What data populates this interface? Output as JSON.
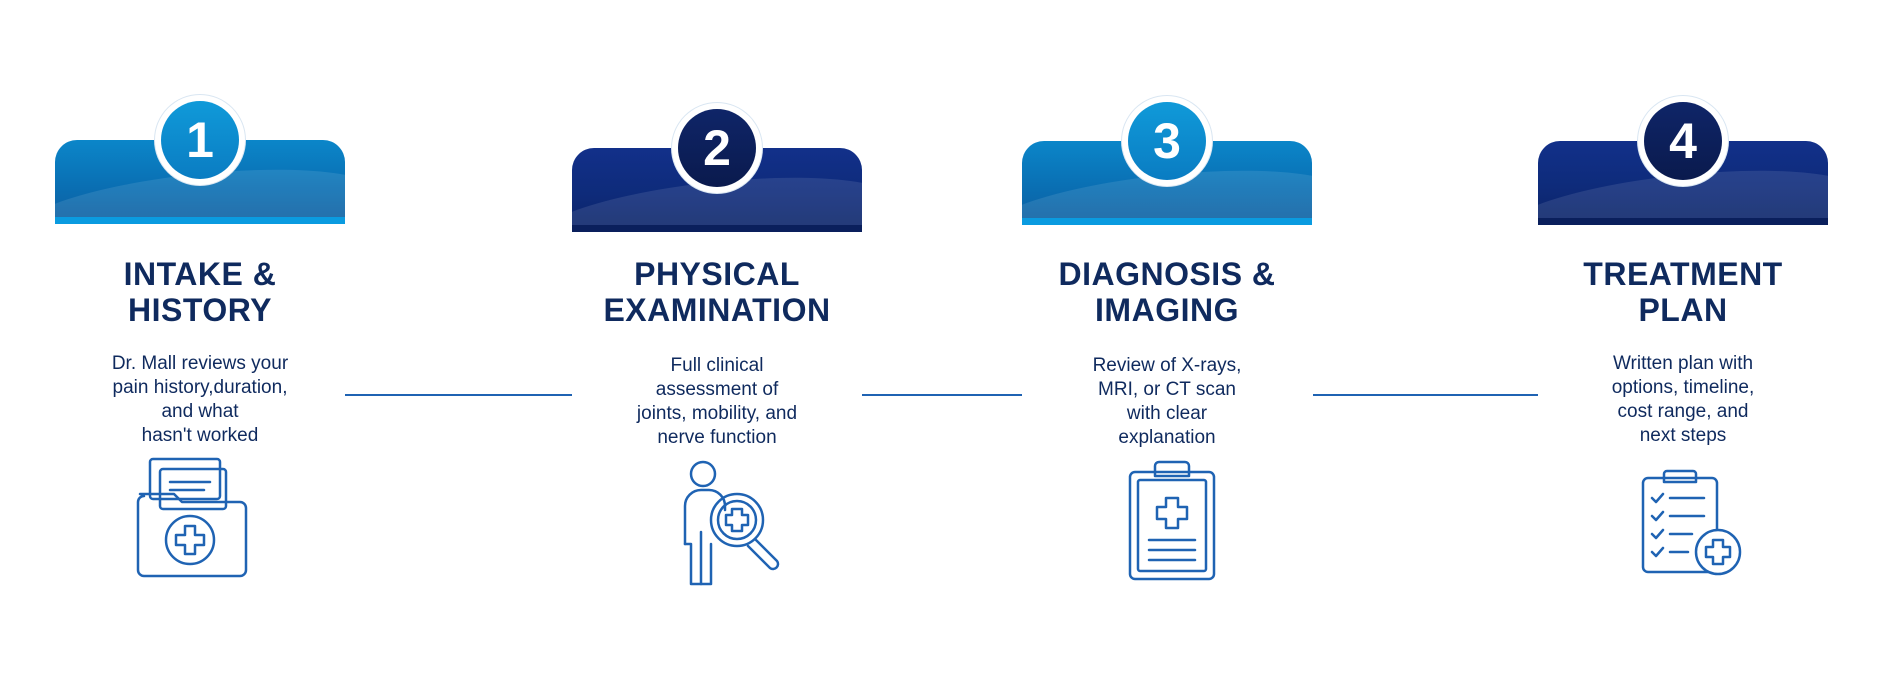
{
  "colors": {
    "primary_light": "#0a7cc2",
    "primary_dark": "#0e2b7a",
    "text": "#0f2a5e",
    "line": "#1f63b3"
  },
  "steps": [
    {
      "number": "1",
      "title": "INTAKE &\nHISTORY",
      "description": "Dr. Mall reviews your\npain history,duration,\nand what\nhasn't worked",
      "icon": "medical-folder-icon",
      "tone": "light"
    },
    {
      "number": "2",
      "title": "PHYSICAL\nEXAMINATION",
      "description": "Full clinical\nassessment of\njoints, mobility, and\nnerve function",
      "icon": "person-magnifier-icon",
      "tone": "dark"
    },
    {
      "number": "3",
      "title": "DIAGNOSIS &\nIMAGING",
      "description": "Review of X-rays,\nMRI, or CT scan\nwith clear\nexplanation",
      "icon": "medical-clipboard-icon",
      "tone": "light"
    },
    {
      "number": "4",
      "title": "TREATMENT\nPLAN",
      "description": "Written plan with\noptions, timeline,\ncost range, and\nnext steps",
      "icon": "checklist-plus-icon",
      "tone": "dark"
    }
  ]
}
